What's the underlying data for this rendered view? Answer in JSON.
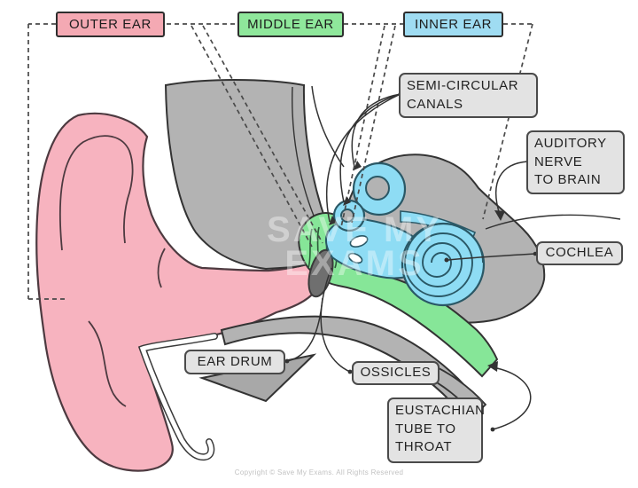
{
  "labels": {
    "outer_ear": "OUTER EAR",
    "middle_ear": "MIDDLE EAR",
    "inner_ear": "INNER EAR",
    "semi_circular_canals": "SEMI-CIRCULAR\nCANALS",
    "auditory_nerve": "AUDITORY\nNERVE\nTO BRAIN",
    "cochlea": "COCHLEA",
    "ear_drum": "EAR DRUM",
    "ossicles": "OSSICLES",
    "eustachian_tube": "EUSTACHIAN\nTUBE TO\nTHROAT"
  },
  "watermark": "SAVE MY\nEXAMS",
  "copyright": "Copyright © Save My Exams. All Rights Reserved",
  "colors": {
    "outer_ear_label": "#f4a9b3",
    "middle_ear_label": "#8fe79b",
    "inner_ear_label": "#9fdcf2",
    "part_label_bg": "#e3e3e3",
    "pinna_pink": "#f7b3bf",
    "bone_grey": "#b3b3b3",
    "middle_ear_green": "#86e698",
    "inner_ear_blue": "#8edcf4",
    "ear_drum_grey": "#6f6f6f"
  }
}
